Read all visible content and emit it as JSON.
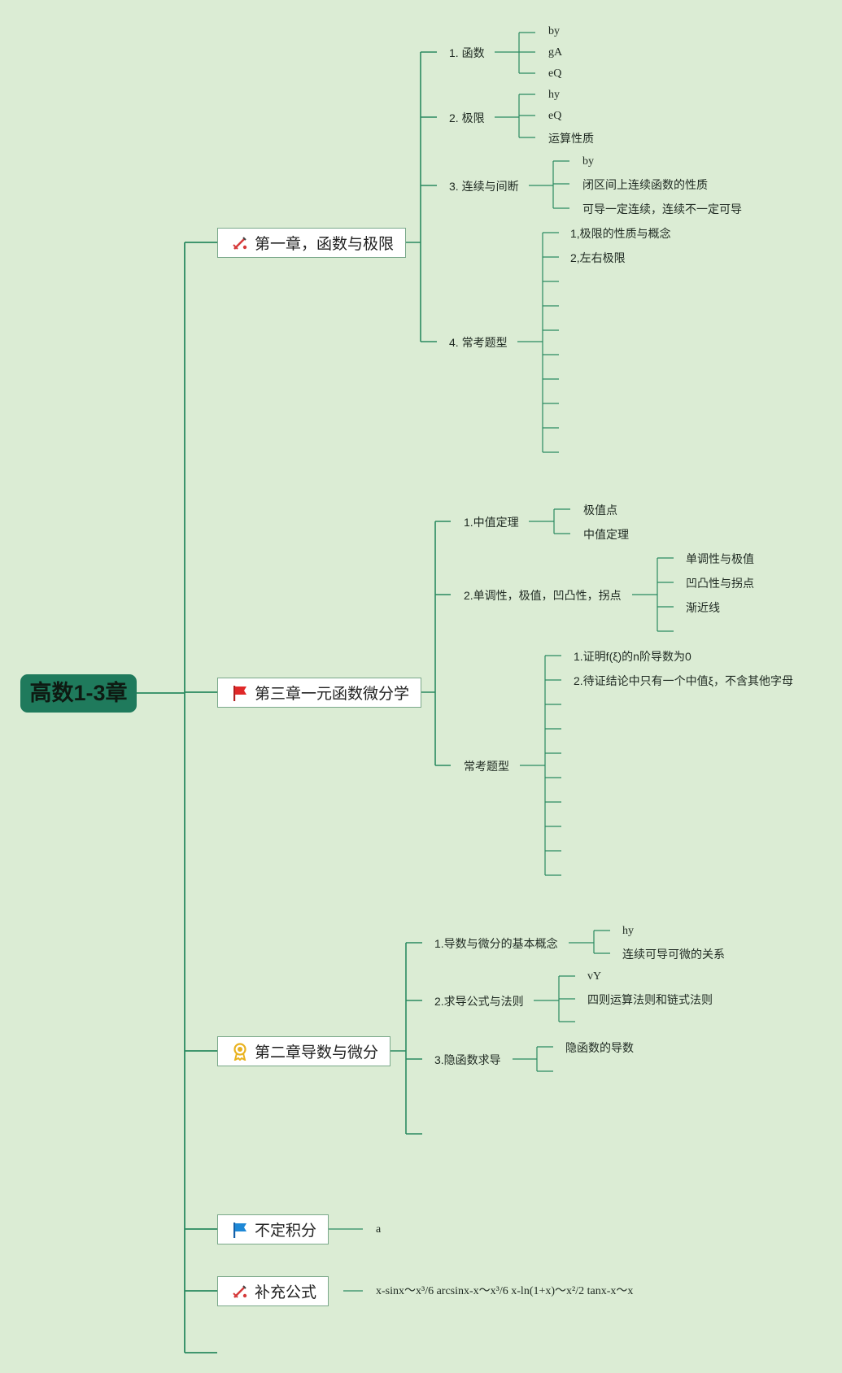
{
  "root": {
    "label": "高数1-3章"
  },
  "chapters": [
    {
      "label": "第一章，函数与极限",
      "icon": "pencil-tool-icon",
      "sections": [
        {
          "label": "1. 函数",
          "items": [
            "by",
            "gA",
            "eQ"
          ]
        },
        {
          "label": "2. 极限",
          "items": [
            "hy",
            "eQ",
            "运算性质"
          ]
        },
        {
          "label": "3. 连续与间断",
          "items": [
            "by",
            "闭区间上连续函数的性质",
            "可导一定连续，连续不一定可导"
          ]
        },
        {
          "label": "4. 常考题型",
          "items": [
            "1,极限的性质与概念",
            "2,左右极限",
            "",
            "",
            "",
            "",
            "",
            "",
            "",
            "",
            ""
          ]
        }
      ]
    },
    {
      "label": "第三章一元函数微分学",
      "icon": "red-flag-icon",
      "sections": [
        {
          "label": "1.中值定理",
          "items": [
            "极值点",
            "中值定理"
          ]
        },
        {
          "label": "2.单调性，极值，凹凸性，拐点",
          "items": [
            "单调性与极值",
            "凹凸性与拐点",
            "渐近线",
            ""
          ]
        },
        {
          "label": "常考题型",
          "items": [
            "1.证明f(ξ)的n阶导数为0",
            "2.待证结论中只有一个中值ξ，不含其他字母",
            "",
            "",
            "",
            "",
            "",
            "",
            "",
            ""
          ]
        }
      ]
    },
    {
      "label": "第二章导数与微分",
      "icon": "award-medal-icon",
      "sections": [
        {
          "label": "1.导数与微分的基本概念",
          "items": [
            "hy",
            "连续可导可微的关系"
          ]
        },
        {
          "label": "2.求导公式与法则",
          "items": [
            "vY",
            "四则运算法则和链式法则",
            ""
          ]
        },
        {
          "label": "3.隐函数求导",
          "items": [
            "隐函数的导数",
            ""
          ]
        },
        {
          "label": "",
          "items": []
        }
      ]
    },
    {
      "label": "不定积分",
      "icon": "blue-flag-icon",
      "note": "a"
    },
    {
      "label": "补充公式",
      "icon": "pencil-tool-icon",
      "note": "x-sinx～x³/6 arcsinx-x～x³/6 x-ln(1+x)～x²/2 tanx-x～x"
    }
  ],
  "colors": {
    "line": "#2a8a60",
    "root_bg": "#1f7a5c",
    "background": "#dbecd4"
  }
}
